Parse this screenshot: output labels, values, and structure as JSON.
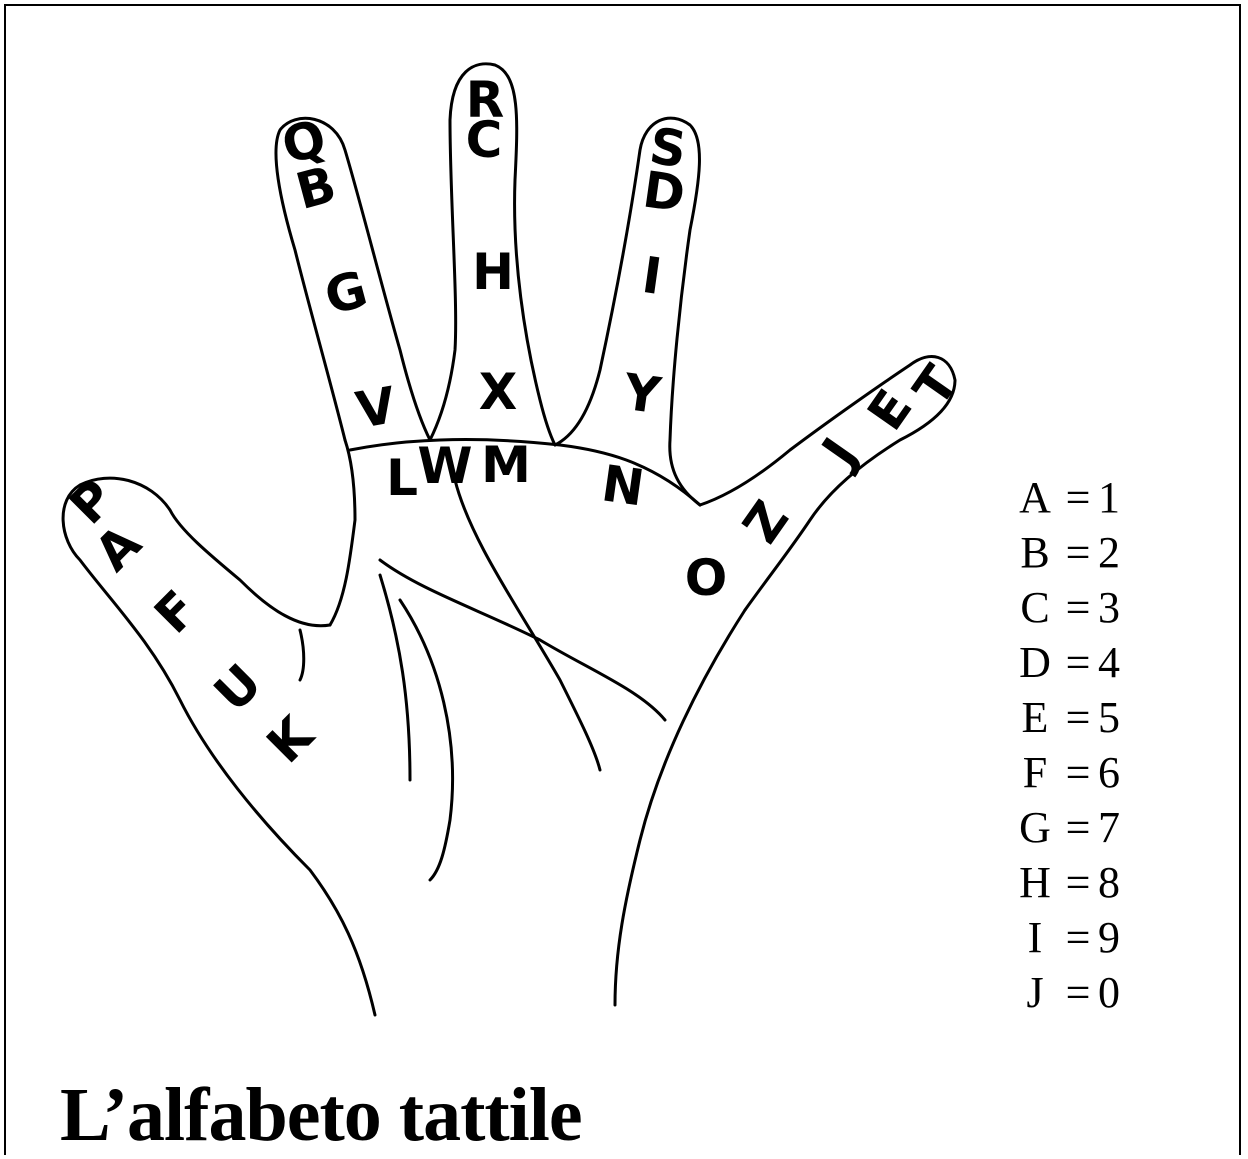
{
  "hand": {
    "letters": [
      "P",
      "A",
      "F",
      "U",
      "K",
      "Q",
      "B",
      "G",
      "V",
      "R",
      "C",
      "H",
      "X",
      "S",
      "D",
      "I",
      "Y",
      "T",
      "E",
      "J",
      "Z",
      "O",
      "L",
      "W",
      "M",
      "N"
    ]
  },
  "legend": [
    {
      "letter": "A",
      "eq": "=",
      "num": "1"
    },
    {
      "letter": "B",
      "eq": "=",
      "num": "2"
    },
    {
      "letter": "C",
      "eq": "=",
      "num": "3"
    },
    {
      "letter": "D",
      "eq": "=",
      "num": "4"
    },
    {
      "letter": "E",
      "eq": "=",
      "num": "5"
    },
    {
      "letter": "F",
      "eq": "=",
      "num": "6"
    },
    {
      "letter": "G",
      "eq": "=",
      "num": "7"
    },
    {
      "letter": "H",
      "eq": "=",
      "num": "8"
    },
    {
      "letter": "I",
      "eq": "=",
      "num": "9"
    },
    {
      "letter": "J",
      "eq": "=",
      "num": "0"
    }
  ],
  "caption": "L’alfabeto tattile"
}
